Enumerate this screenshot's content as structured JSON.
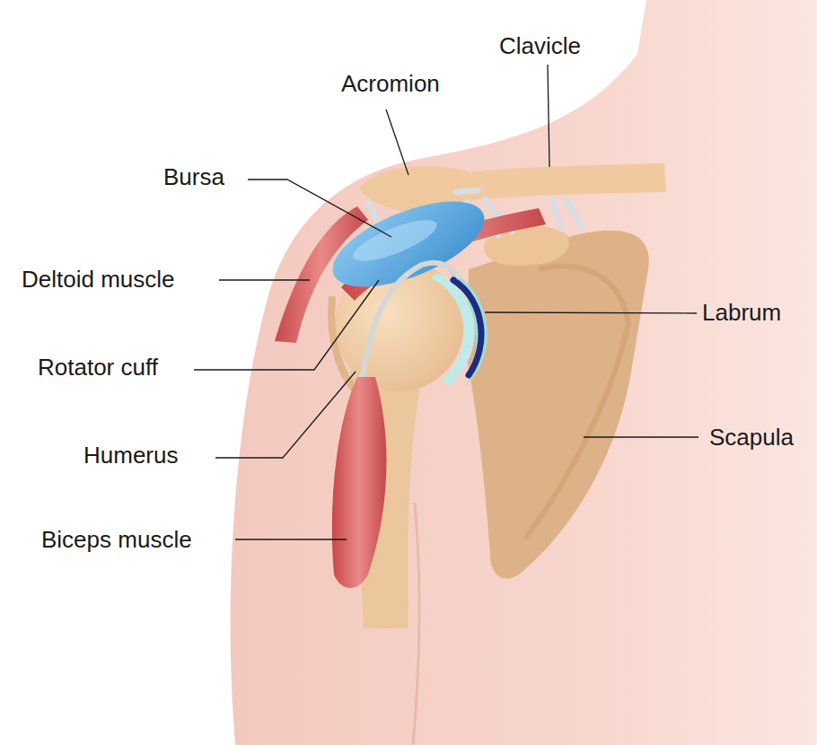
{
  "diagram": {
    "labels": [
      "Clavicle",
      "Acromion",
      "Bursa",
      "Deltoid muscle",
      "Labrum",
      "Rotator cuff",
      "Humerus",
      "Scapula",
      "Biceps muscle"
    ]
  }
}
